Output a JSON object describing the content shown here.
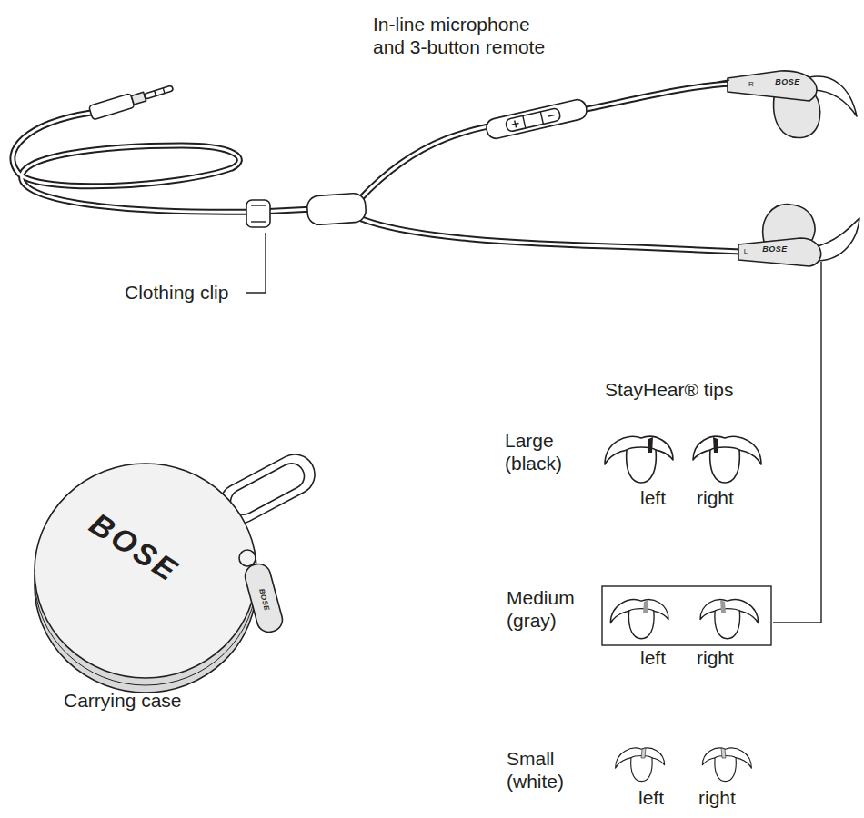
{
  "diagram": {
    "labels": [
      "In-line microphone and 3-button remote",
      "Clothing clip",
      "StayHear® tips",
      "Large (black)",
      "left",
      "right",
      "Medium (gray)",
      "left",
      "right",
      "Small (white)",
      "left",
      "right",
      "Carrying case",
      "BOSE",
      "BOSE",
      "R",
      "BOSE",
      "L",
      "BOSE"
    ]
  }
}
